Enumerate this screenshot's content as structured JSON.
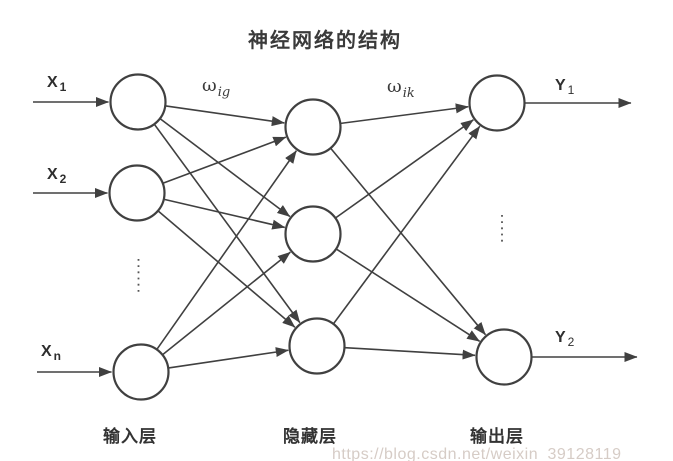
{
  "title": "神经网络的结构",
  "network": {
    "layer_labels": [
      "输入层",
      "隐藏层",
      "输出层"
    ],
    "input_labels": [
      {
        "main": "X",
        "sub": "1"
      },
      {
        "main": "X",
        "sub": "2"
      },
      {
        "main": "X",
        "sub": "n"
      }
    ],
    "output_labels": [
      {
        "main": "Y",
        "sub": "1"
      },
      {
        "main": "Y",
        "sub": "2"
      }
    ],
    "weight_labels": [
      {
        "main": "ω",
        "sub": "ig"
      },
      {
        "main": "ω",
        "sub": "ik"
      }
    ],
    "input_node_count": 3,
    "hidden_node_count": 3,
    "output_node_count": 2
  },
  "watermark": "https://blog.csdn.net/weixin_39128119",
  "colors": {
    "line": "#404040",
    "dots": "#555555",
    "text": "#333333",
    "watermark": "#d6ccc6"
  }
}
